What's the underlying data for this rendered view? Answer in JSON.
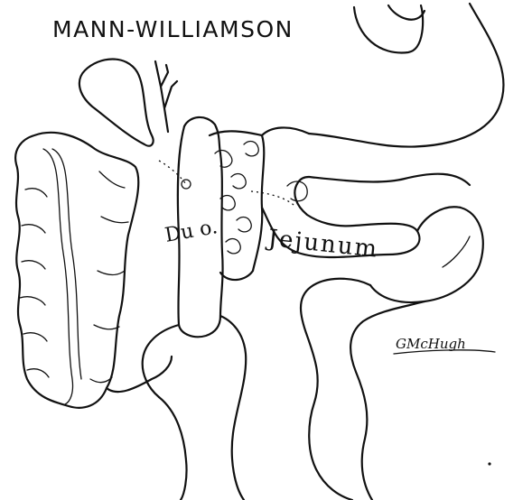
{
  "title": "MANN-WILLIAMSON",
  "labels": {
    "duodenum": "Du o.",
    "jejunum": "Jejunum"
  },
  "signature": "GMcHugh"
}
